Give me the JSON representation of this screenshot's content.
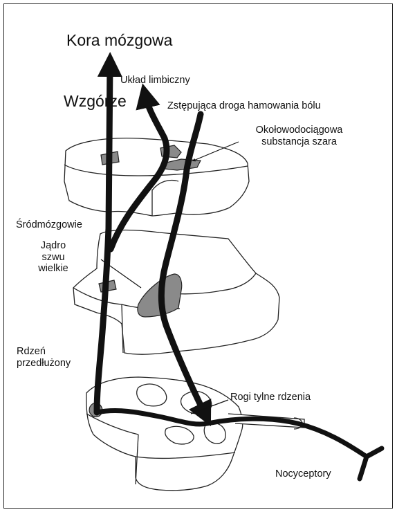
{
  "labels": {
    "cortex": "Kora mózgowa",
    "limbic": "Układ limbiczny",
    "thalamus": "Wzgórze",
    "descending": "Zstępująca droga hamowania bólu",
    "pag_line1": "Okołowodociągowa",
    "pag_line2": "substancja szara",
    "midbrain": "Śródmózgowie",
    "raphe_line1": "Jądro",
    "raphe_line2": "szwu",
    "raphe_line3": "wielkie",
    "medulla_line1": "Rdzeń",
    "medulla_line2": "przedłużony",
    "dorsal_horn": "Rogi tylne rdzenia",
    "nociceptors": "Nocyceptory"
  },
  "colors": {
    "tract": "#111111",
    "nucleus": "#8a8a8a",
    "outline": "#222222"
  }
}
